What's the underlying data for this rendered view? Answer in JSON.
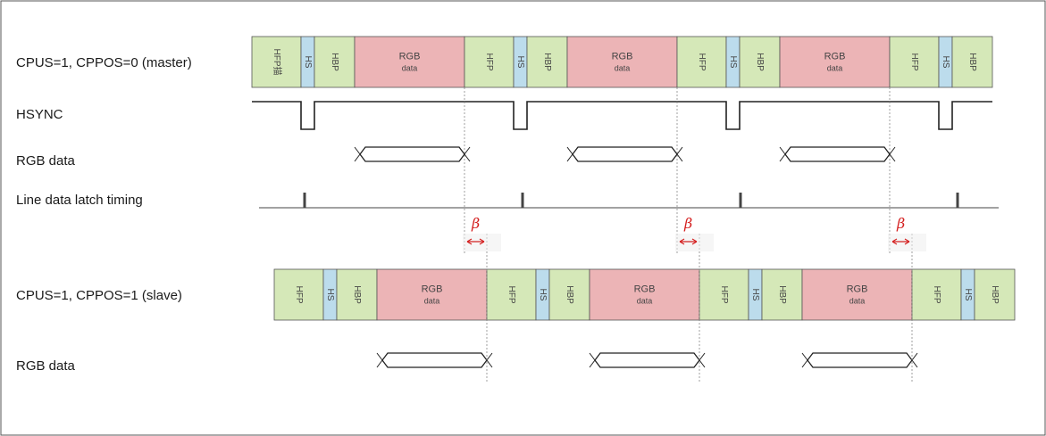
{
  "rows": {
    "master": "CPUS=1, CPPOS=0 (master)",
    "hsync": "HSYNC",
    "rgb_master": "RGB data",
    "latch": "Line data latch timing",
    "slave": "CPUS=1, CPPOS=1 (slave)",
    "rgb_slave": "RGB data"
  },
  "beta_symbol": "β",
  "segments": {
    "hfp_first": "HFP描",
    "hfp": "HFP",
    "hs": "HS",
    "hbp": "HBP",
    "rgb_line1": "RGB",
    "rgb_line2": "data"
  },
  "master_sequence": [
    "HFP*",
    "HS",
    "HBP",
    "RGB",
    "HFP",
    "HS",
    "HBP",
    "RGB",
    "HFP",
    "HS",
    "HBP",
    "RGB",
    "HFP",
    "HS",
    "HBP"
  ],
  "slave_sequence": [
    "HFP",
    "HS",
    "HBP",
    "RGB",
    "HFP",
    "HS",
    "HBP",
    "RGB",
    "HFP",
    "HS",
    "HBP",
    "RGB",
    "HFP",
    "HS",
    "HBP"
  ],
  "colors": {
    "hfp_hbp": "#d5e8b8",
    "hs": "#bcdcec",
    "rgb": "#ecb4b6",
    "line": "#222222",
    "beta": "#d42020",
    "dotted": "#888888"
  }
}
